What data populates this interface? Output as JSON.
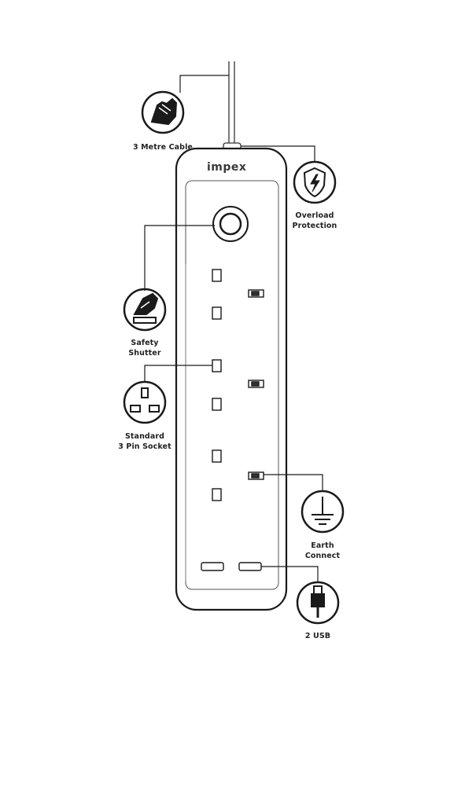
{
  "brand": {
    "name": "impex"
  },
  "features": {
    "cable": {
      "line1": "3 Metre Cable",
      "line2": "",
      "icon": "hand-cable-icon"
    },
    "overload": {
      "line1": "Overload",
      "line2": "Protection",
      "icon": "lightning-shield-icon"
    },
    "shutter": {
      "line1": "Safety",
      "line2": "Shutter",
      "icon": "hand-shutter-icon"
    },
    "socket": {
      "line1": "Standard",
      "line2": "3 Pin Socket",
      "icon": "three-pin-socket-icon"
    },
    "earth": {
      "line1": "Earth",
      "line2": "Connect",
      "icon": "earth-ground-icon"
    },
    "usb": {
      "line1": "2 USB",
      "line2": "",
      "icon": "usb-plug-icon"
    }
  },
  "colors": {
    "stroke": "#1a1a1a",
    "body_edge": "#444444"
  }
}
